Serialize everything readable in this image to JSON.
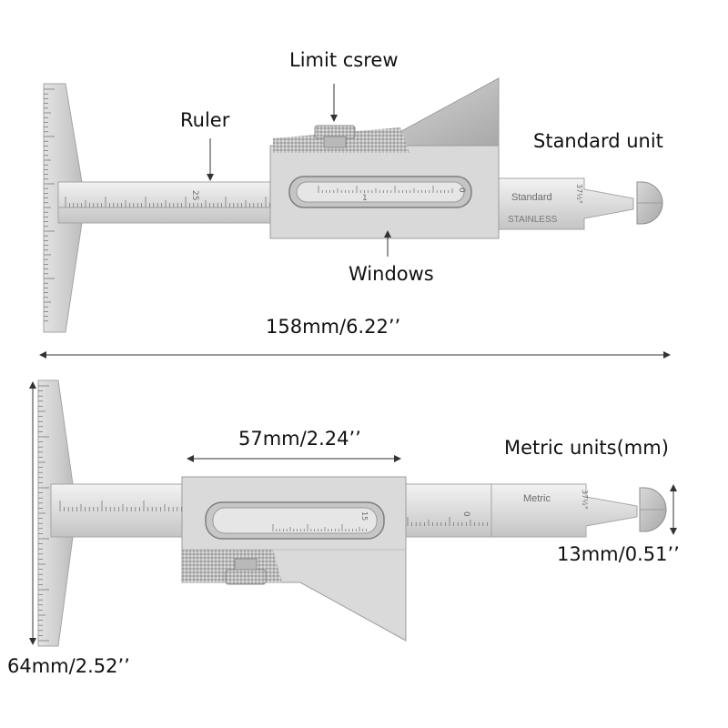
{
  "labels": {
    "limit_screw": "Limit csrew",
    "ruler": "Ruler",
    "standard_unit": "Standard unit",
    "windows": "Windows",
    "total_length": "158mm/6.22’’",
    "slider_width": "57mm/2.24’’",
    "metric_units": "Metric units(mm)",
    "head_height": "13mm/0.51’’",
    "base_height": "64mm/2.52’’"
  },
  "engravings": {
    "standard": "Standard",
    "stainless": "STAINLESS",
    "metric": "Metric",
    "angle_top": "37½°",
    "angle_bottom": "37½°",
    "scale_mark_25": "25",
    "scale_mark_0": "0",
    "scale_mark_1": "1",
    "scale_mark_top_0": "0",
    "scale_mark_bottom_0": "0",
    "scale_mark_15": "15"
  },
  "colors": {
    "steel_light": "#e9e9e9",
    "steel_mid": "#cfcfcf",
    "steel_dark": "#9a9a9a",
    "engraving": "#6b6b6b",
    "label_text": "#111111",
    "arrow": "#333333"
  }
}
